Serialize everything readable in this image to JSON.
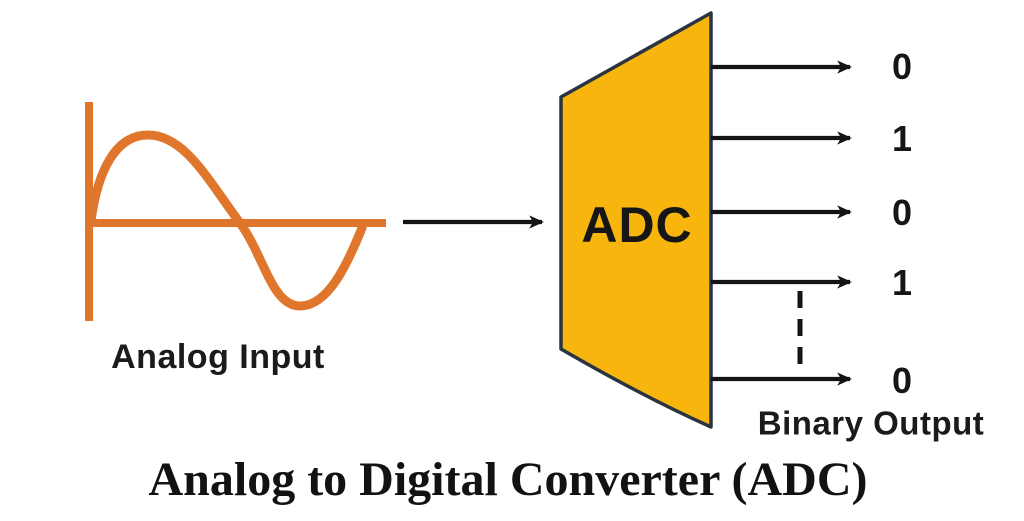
{
  "diagram": {
    "title": "Analog to Digital Converter (ADC)",
    "analog_input_label": "Analog Input",
    "adc_label": "ADC",
    "binary_output_label": "Binary Output",
    "output_bits": [
      "0",
      "1",
      "0",
      "1",
      "0"
    ],
    "colors": {
      "waveform": "#E0762B",
      "adc_fill": "#F8B50D",
      "adc_border": "#2A3440",
      "ink": "#141414"
    }
  }
}
